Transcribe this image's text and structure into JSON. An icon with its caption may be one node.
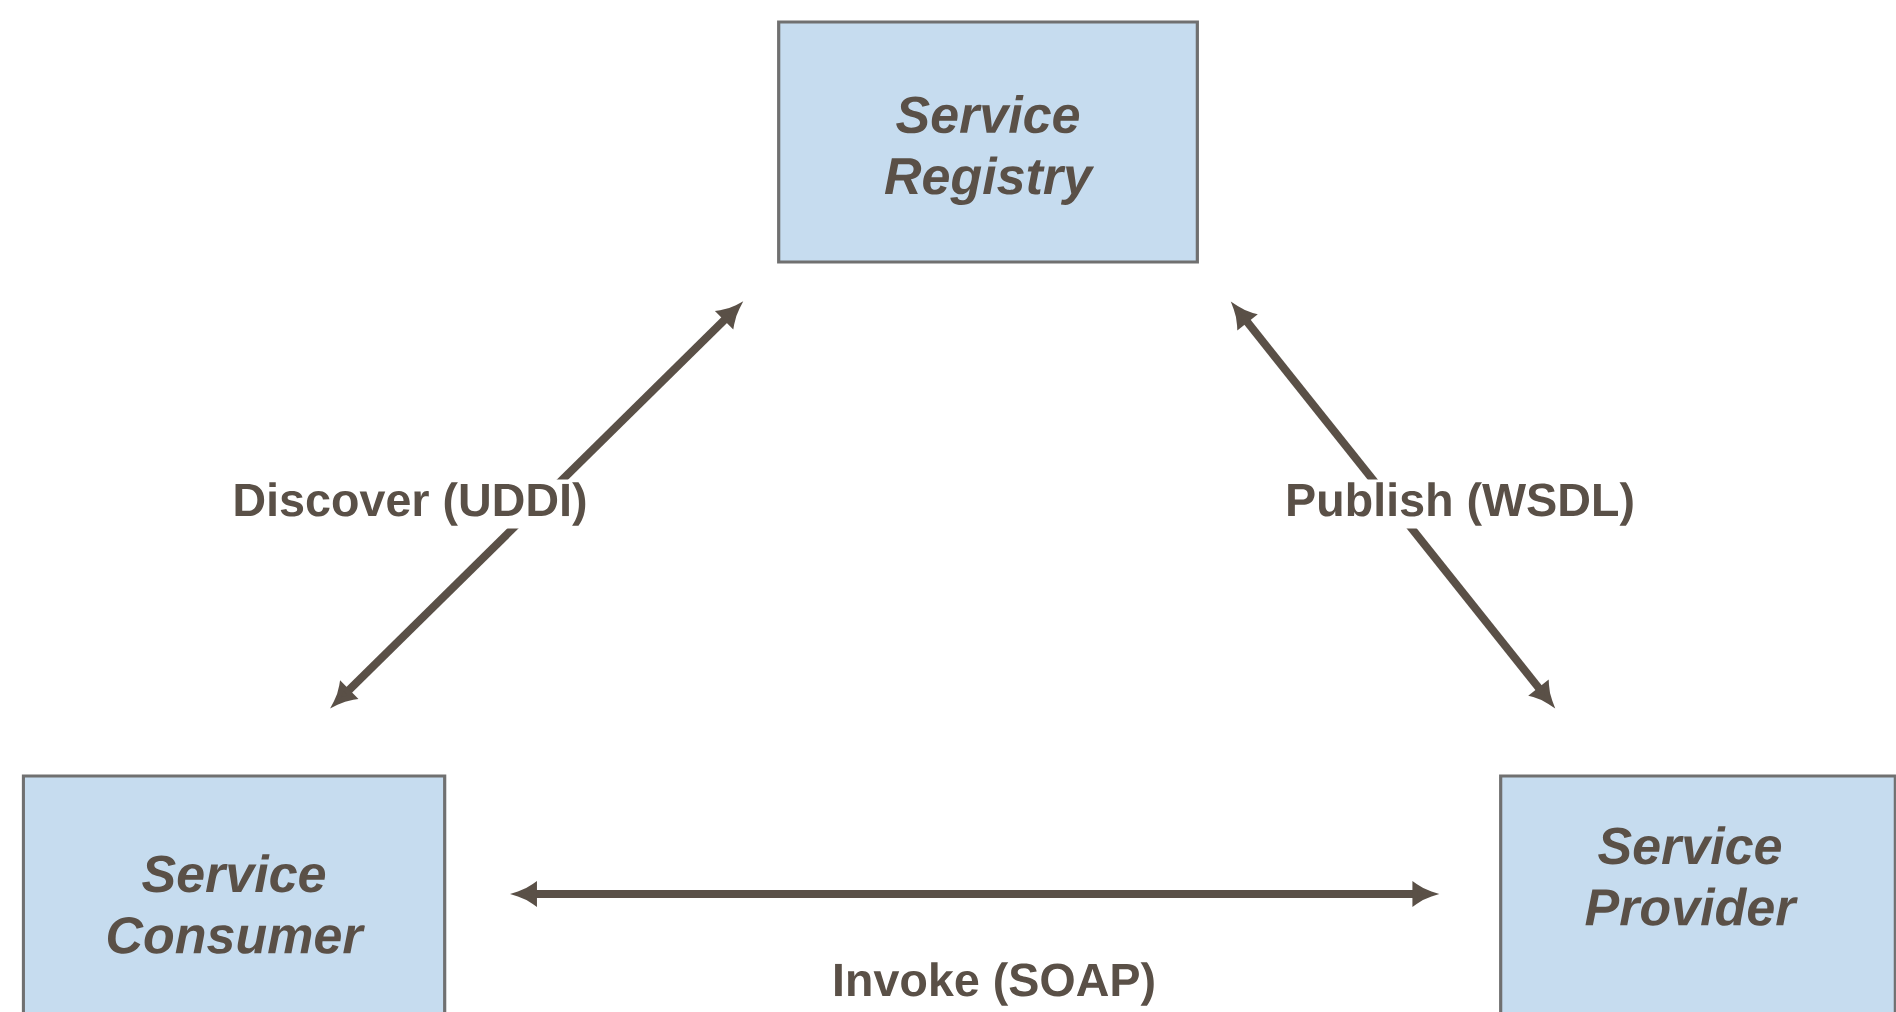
{
  "diagram": {
    "nodes": [
      {
        "text": [
          "Service Registry"
        ]
      },
      {
        "text": [
          "Service Consumer"
        ]
      },
      {
        "text": [
          "Service Provider"
        ]
      }
    ],
    "edges": [
      {
        "from": 1,
        "to": 0,
        "arrow": "both",
        "label": "Discover (UDDI)"
      },
      {
        "from": 0,
        "to": 2,
        "arrow": "both",
        "label": "Publish (WSDL)"
      },
      {
        "from": 1,
        "to": 2,
        "arrow": "both",
        "label": "Invoke (SOAP)"
      }
    ]
  }
}
